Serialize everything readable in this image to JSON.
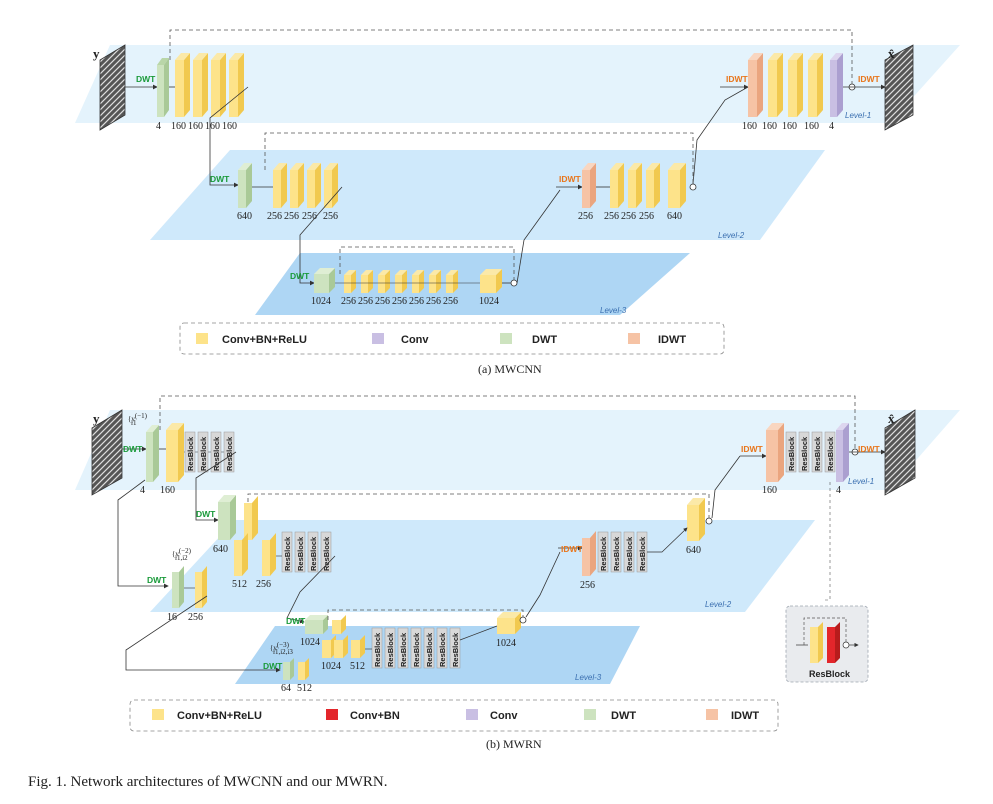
{
  "colors": {
    "conv_bn_relu": "#fde38a",
    "conv_bn": "#e3262b",
    "conv": "#c9bfe3",
    "dwt": "#cde3bf",
    "idwt": "#f6c3a5",
    "plane_light": "#e4f3fc",
    "plane_mid": "#cfe9fb",
    "plane_dark": "#aed6f4",
    "dwt_text": "#1a9a3a",
    "idwt_text": "#e8761c"
  },
  "mwcnn": {
    "input": "y",
    "output": "x̂",
    "op_dwt": "DWT",
    "op_idwt": "IDWT",
    "level1": "Level-1",
    "level2": "Level-2",
    "level3": "Level-3",
    "l1_enc": [
      "4",
      "160",
      "160",
      "160",
      "160"
    ],
    "l1_dec": [
      "160",
      "160",
      "160",
      "160",
      "4"
    ],
    "l2_enc": [
      "640",
      "256",
      "256",
      "256",
      "256"
    ],
    "l2_dec": [
      "256",
      "256",
      "256",
      "256",
      "640"
    ],
    "l3_enc": "1024",
    "l3_mid": [
      "256",
      "256",
      "256",
      "256",
      "256",
      "256",
      "256"
    ],
    "l3_out": "1024",
    "legend": {
      "a": "Conv+BN+ReLU",
      "b": "Conv",
      "c": "DWT",
      "d": "IDWT"
    },
    "caption": "(a) MWCNN"
  },
  "mwrn": {
    "input": "y",
    "output": "x̂",
    "op_dwt": "DWT",
    "op_idwt": "IDWT",
    "level1": "Level-1",
    "level2": "Level-2",
    "level3": "Level-3",
    "resblock": "ResBlock",
    "sub1": "{y",
    "sub1_sup": "(−1)",
    "sub1_sub": "i1",
    "sub2_sup": "(−2)",
    "sub2_sub": "i1,i2",
    "sub3_sup": "(−3)",
    "sub3_sub": "i1,i2,i3",
    "l1_in": "4",
    "l1_conv": "160",
    "l1_dec": "160",
    "l1_out": "4",
    "l2_in": "640",
    "l2_a": "512",
    "l2_b": "256",
    "l2_side_a": "16",
    "l2_side_b": "256",
    "l2_dec_a": "256",
    "l2_dec_b": "640",
    "l3_in": "1024",
    "l3_a": "1024",
    "l3_b": "512",
    "l3_side_a": "64",
    "l3_side_b": "512",
    "l3_out": "1024",
    "legend": {
      "a": "Conv+BN+ReLU",
      "b": "Conv+BN",
      "c": "Conv",
      "d": "DWT",
      "e": "IDWT"
    },
    "inset": "ResBlock",
    "caption": "(b) MWRN"
  },
  "figure_caption": "Fig. 1.  Network architectures of MWCNN and our MWRN."
}
